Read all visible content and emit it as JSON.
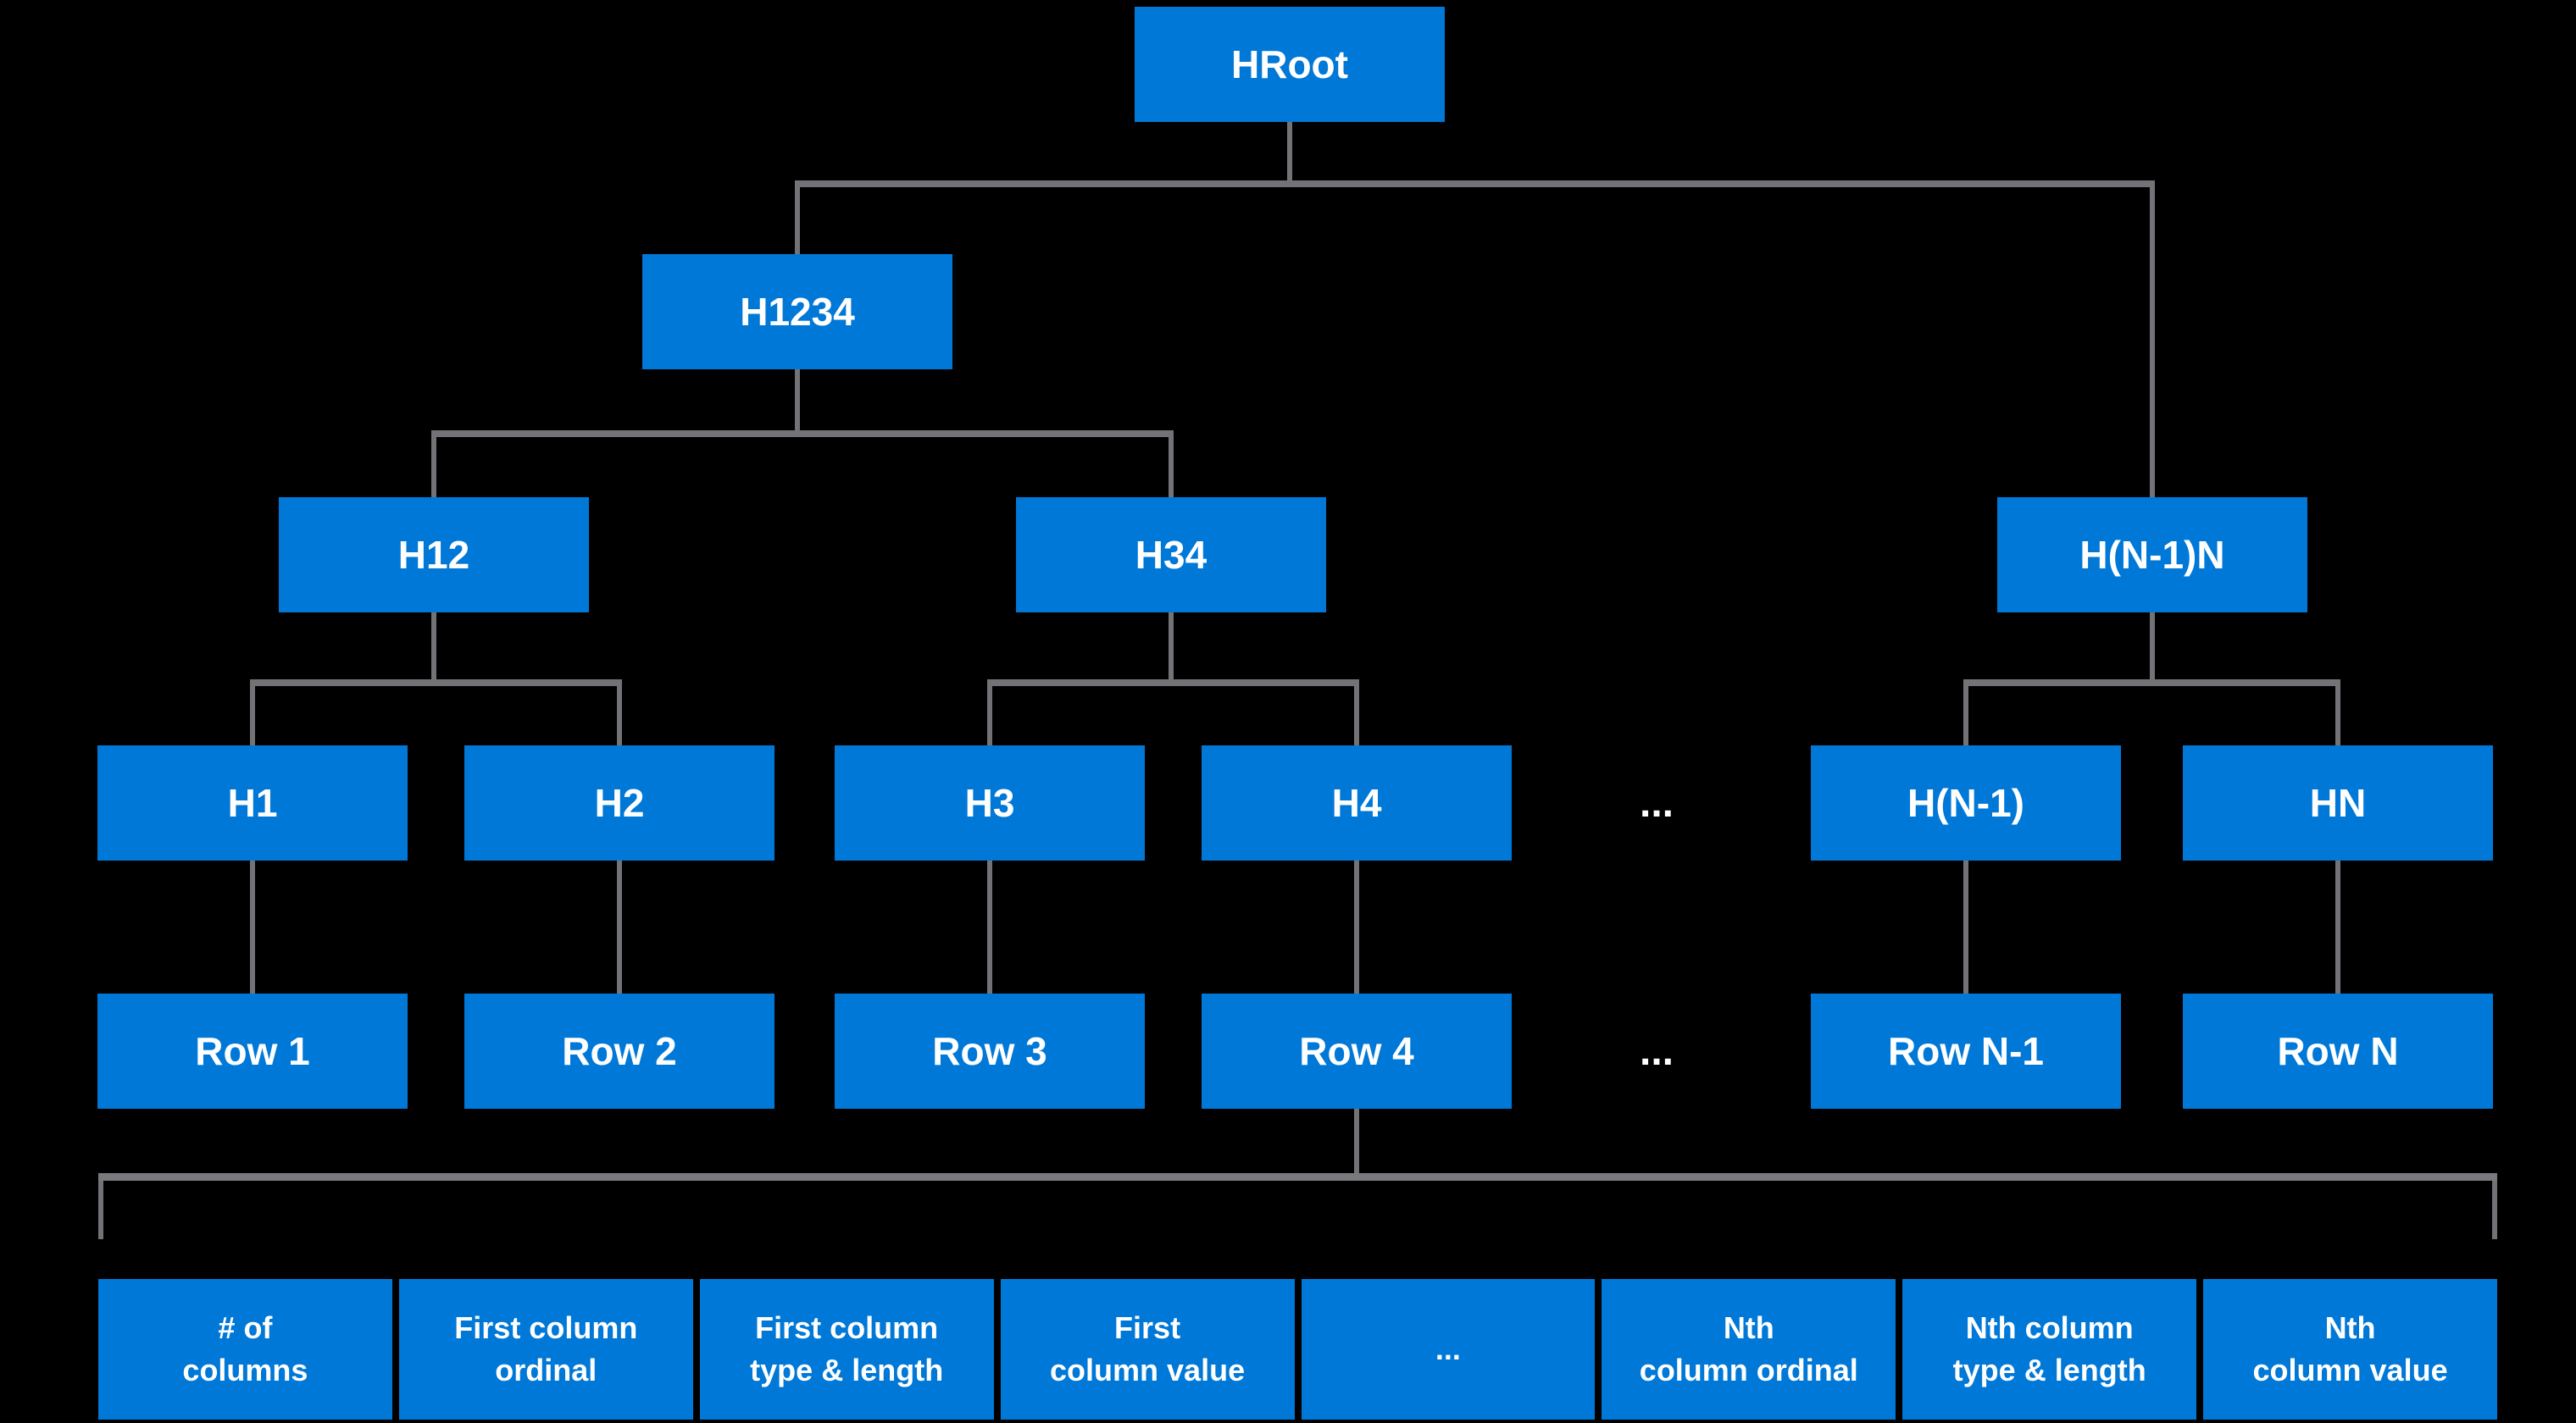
{
  "colors": {
    "background": "#000000",
    "node_fill": "#0078D7",
    "node_text": "#FFFFFF",
    "connector": "#737377",
    "bracket": "#7A7A7E"
  },
  "tree": {
    "root": {
      "label": "HRoot"
    },
    "internal": {
      "h1234": {
        "label": "H1234"
      },
      "h12": {
        "label": "H12"
      },
      "h34": {
        "label": "H34"
      },
      "hn1n": {
        "label": "H(N-1)N"
      }
    },
    "leaf_hashes": [
      {
        "label": "H1"
      },
      {
        "label": "H2"
      },
      {
        "label": "H3"
      },
      {
        "label": "H4"
      },
      {
        "label": "H(N-1)"
      },
      {
        "label": "HN"
      }
    ],
    "leaf_ellipsis": "...",
    "rows": [
      {
        "label": "Row 1"
      },
      {
        "label": "Row 2"
      },
      {
        "label": "Row 3"
      },
      {
        "label": "Row 4"
      },
      {
        "label": "Row N-1"
      },
      {
        "label": "Row N"
      }
    ],
    "rows_ellipsis": "..."
  },
  "record_fields": [
    {
      "label": "# of\ncolumns"
    },
    {
      "label": "First column\nordinal"
    },
    {
      "label": "First column\ntype & length"
    },
    {
      "label": "First\ncolumn value"
    },
    {
      "label": "..."
    },
    {
      "label": "Nth\ncolumn ordinal"
    },
    {
      "label": "Nth column\ntype & length"
    },
    {
      "label": "Nth\ncolumn value"
    }
  ]
}
